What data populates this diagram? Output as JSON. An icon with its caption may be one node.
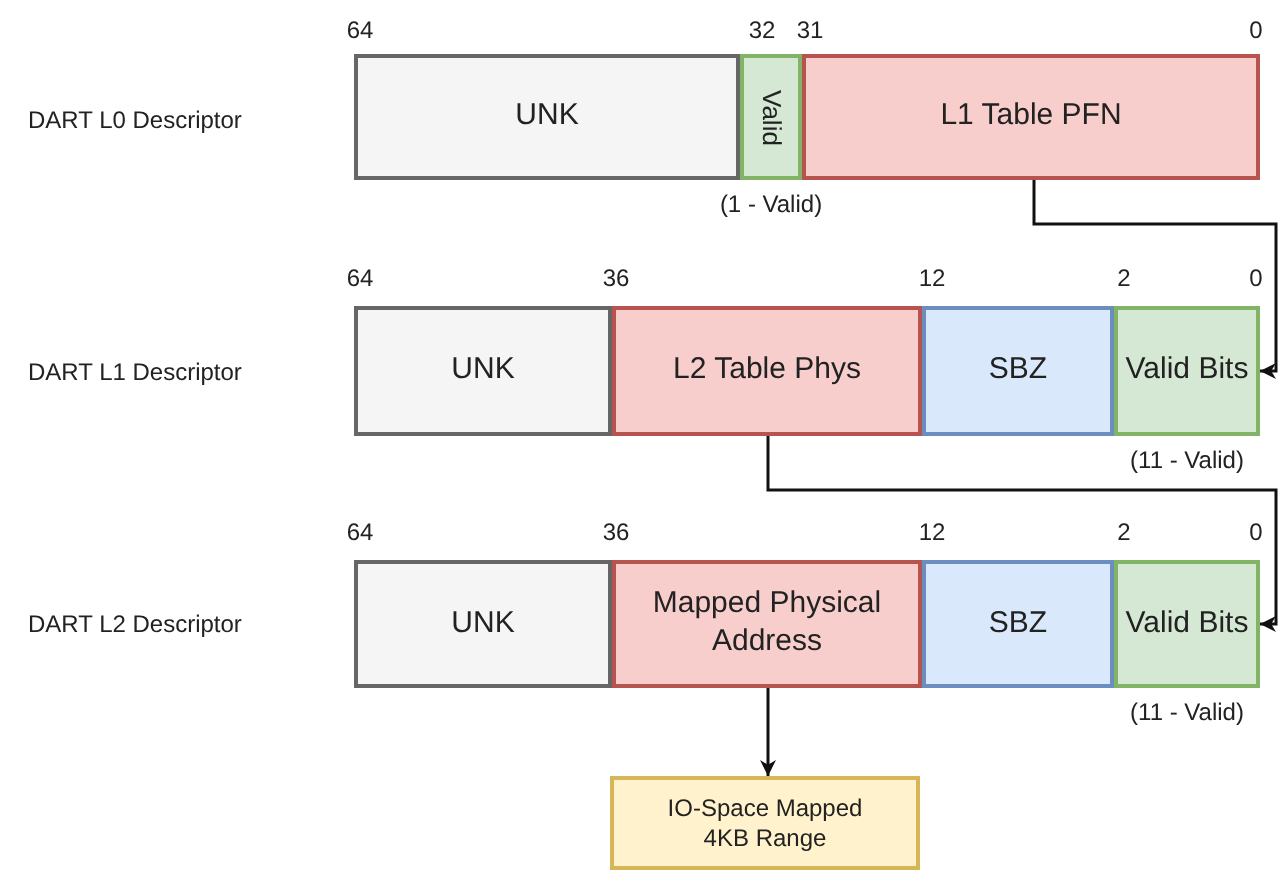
{
  "diagram": {
    "nodes": [
      {
        "text": [
          "UNK"
        ]
      },
      {
        "text": [
          "Valid"
        ],
        "beside": [
          "(1 - Valid)"
        ]
      },
      {
        "text": [
          "L1 Table PFN"
        ]
      },
      {
        "text": [
          "UNK"
        ]
      },
      {
        "text": [
          "L2 Table Phys"
        ]
      },
      {
        "text": [
          "SBZ"
        ]
      },
      {
        "text": [
          "Valid Bits"
        ],
        "beside": [
          "(11 - Valid)"
        ]
      },
      {
        "text": [
          "UNK"
        ]
      },
      {
        "text": [
          "Mapped Physical Address"
        ]
      },
      {
        "text": [
          "SBZ"
        ]
      },
      {
        "text": [
          "Valid Bits"
        ],
        "beside": [
          "(11 - Valid)"
        ]
      },
      {
        "text": [
          "IO-Space Mapped 4KB Range"
        ]
      }
    ],
    "edges": [
      {
        "from": 2,
        "to": 6,
        "arrow": "to"
      },
      {
        "from": 4,
        "to": 10,
        "arrow": "to"
      },
      {
        "from": 8,
        "to": 11,
        "arrow": "to"
      }
    ],
    "labels": [
      "DART L0 Descriptor",
      "64",
      "32",
      "31",
      "0",
      "DART L1 Descriptor",
      "64",
      "36",
      "12",
      "2",
      "0",
      "DART L2 Descriptor",
      "64",
      "36",
      "12",
      "2",
      "0"
    ]
  }
}
